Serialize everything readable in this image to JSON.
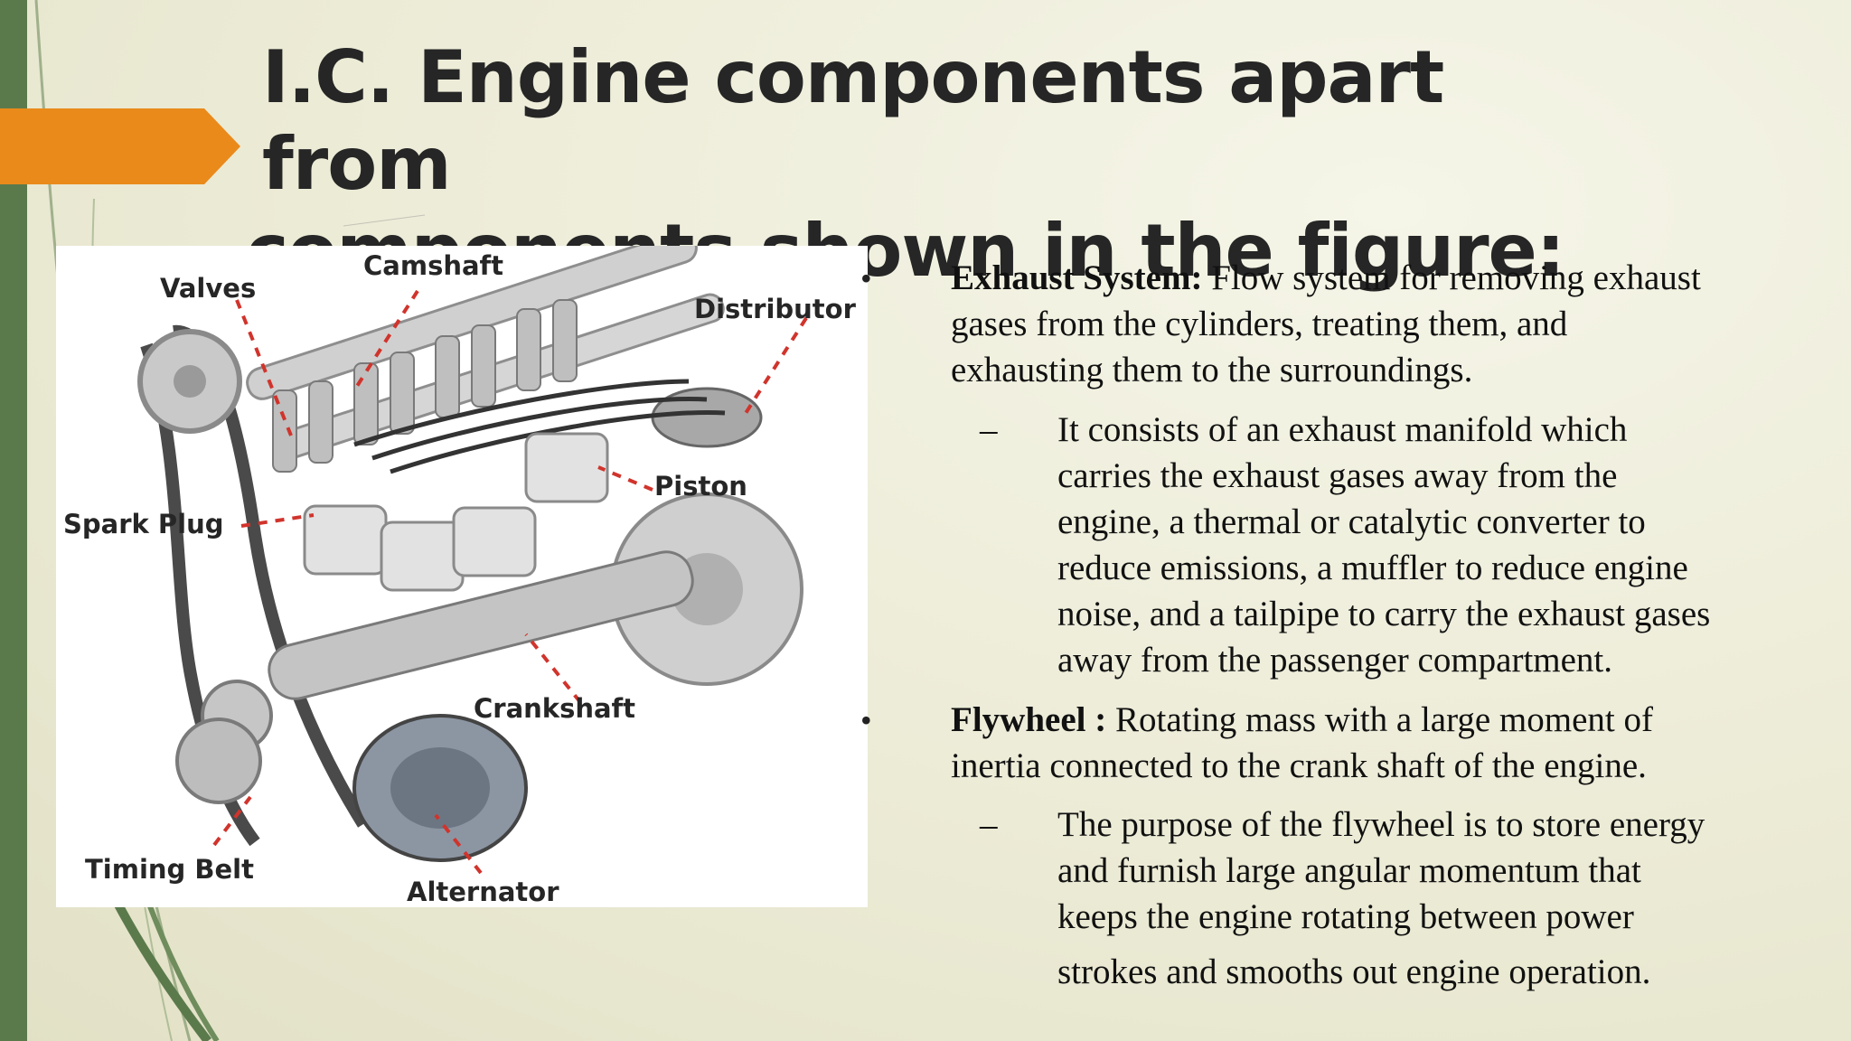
{
  "slide": {
    "title_line1": "I.C. Engine components apart from",
    "title_line2": "components shown in the figure:"
  },
  "figure": {
    "labels": {
      "valves": "Valves",
      "camshaft": "Camshaft",
      "distributor": "Distributor",
      "piston": "Piston",
      "spark_plug": "Spark Plug",
      "crankshaft": "Crankshaft",
      "timing_belt": "Timing Belt",
      "alternator": "Alternator"
    }
  },
  "content": {
    "bullets": [
      {
        "term": "Exhaust System:",
        "text_line1": " Flow system for removing exhaust",
        "text_line2": "gases from the cylinders, treating them, and",
        "text_line3": "exhausting them to the surroundings.",
        "sub_lines": [
          "It consists of an exhaust manifold which",
          "carries the exhaust gases away from the",
          "engine, a thermal or catalytic converter to",
          "reduce emissions, a muffler to reduce engine",
          "noise, and a tailpipe to carry the exhaust gases",
          "away from the passenger compartment."
        ]
      },
      {
        "term": "Flywheel :",
        "text_line1": " Rotating mass with a large moment of",
        "text_line2": "inertia connected to the crank shaft of the engine.",
        "sub_lines": [
          "The purpose of the flywheel is to store  energy",
          "and furnish large angular momentum that",
          "keeps the engine rotating between power",
          "strokes and smooths out engine operation."
        ]
      }
    ],
    "bullet_symbol": "•",
    "dash_symbol": "–"
  },
  "colors": {
    "accent_orange": "#e98a1b",
    "bar_green": "#5b7a4c",
    "label_red_dash": "#d0342c"
  }
}
